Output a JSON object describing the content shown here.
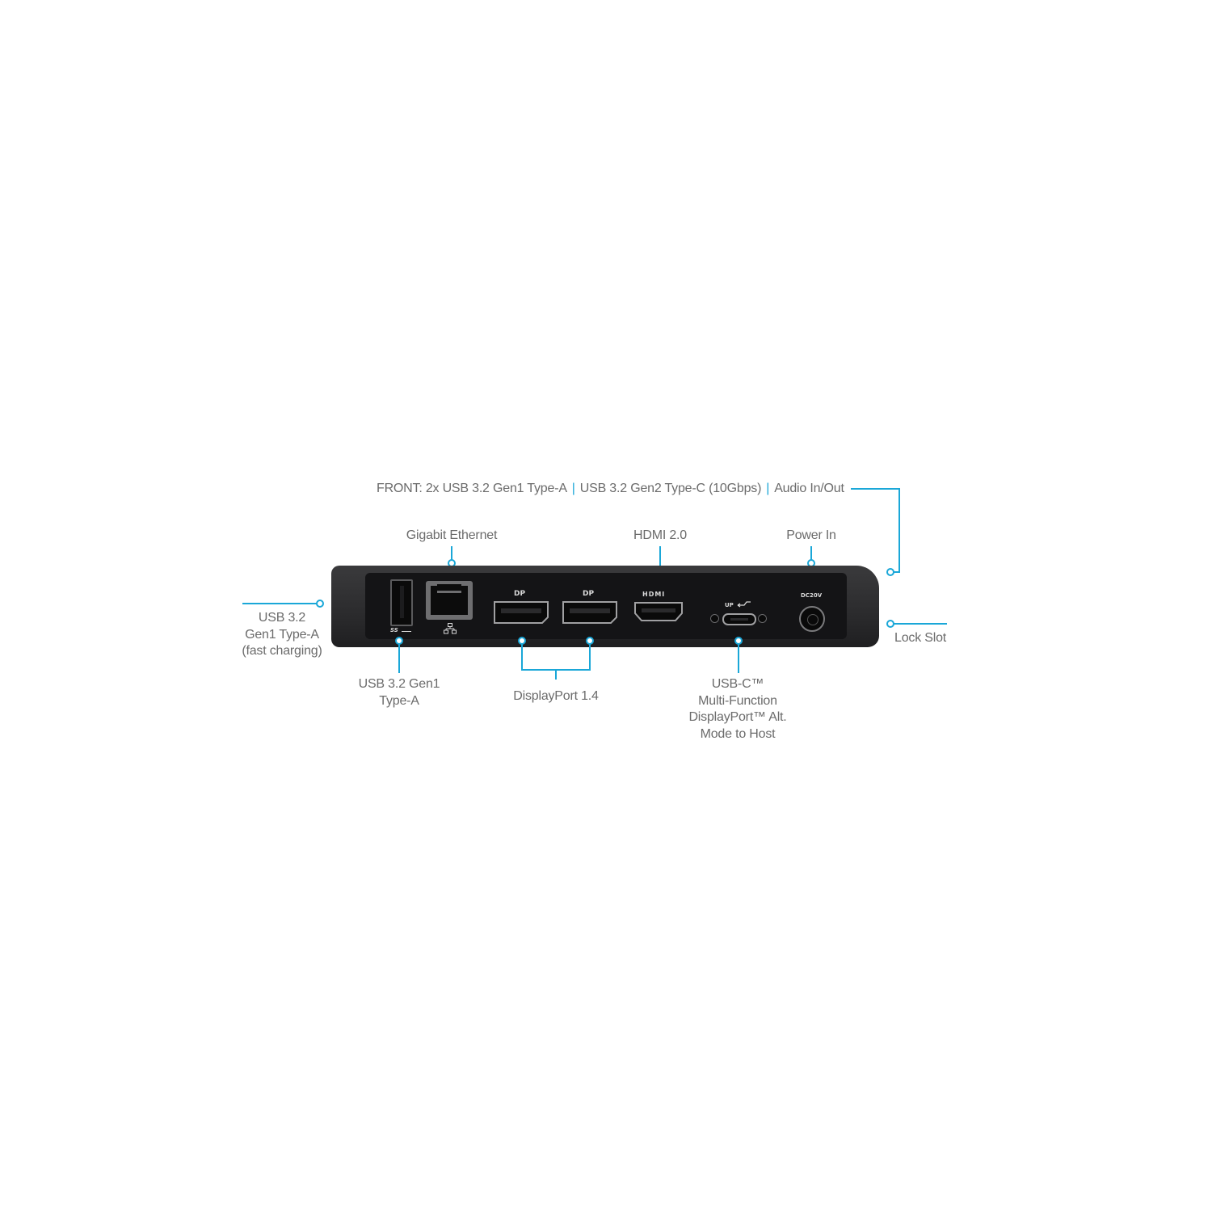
{
  "colors": {
    "accent": "#1aa7d8",
    "text": "#6b6b6b",
    "dock": "#2b2b2d"
  },
  "front": {
    "prefix": "FRONT:",
    "items": [
      "2x USB 3.2 Gen1 Type-A",
      "USB 3.2 Gen2 Type-C (10Gbps)",
      "Audio In/Out"
    ],
    "separator": "|"
  },
  "labels": {
    "gigabit_ethernet": "Gigabit Ethernet",
    "hdmi": "HDMI 2.0",
    "power_in": "Power In",
    "usb_left": [
      "USB 3.2",
      "Gen1 Type-A",
      "(fast charging)"
    ],
    "usb_bottom": [
      "USB 3.2 Gen1",
      "Type-A"
    ],
    "displayport": "DisplayPort 1.4",
    "usbc": [
      "USB-C™",
      "Multi-Function",
      "DisplayPort™ Alt.",
      "Mode to Host"
    ],
    "lock_slot": "Lock Slot"
  },
  "port_markings": {
    "dp_logo": "DP",
    "hdmi_logo": "HDMI",
    "usbc_up": "UP",
    "dc": "DC20V",
    "ss_logo": "SS"
  }
}
